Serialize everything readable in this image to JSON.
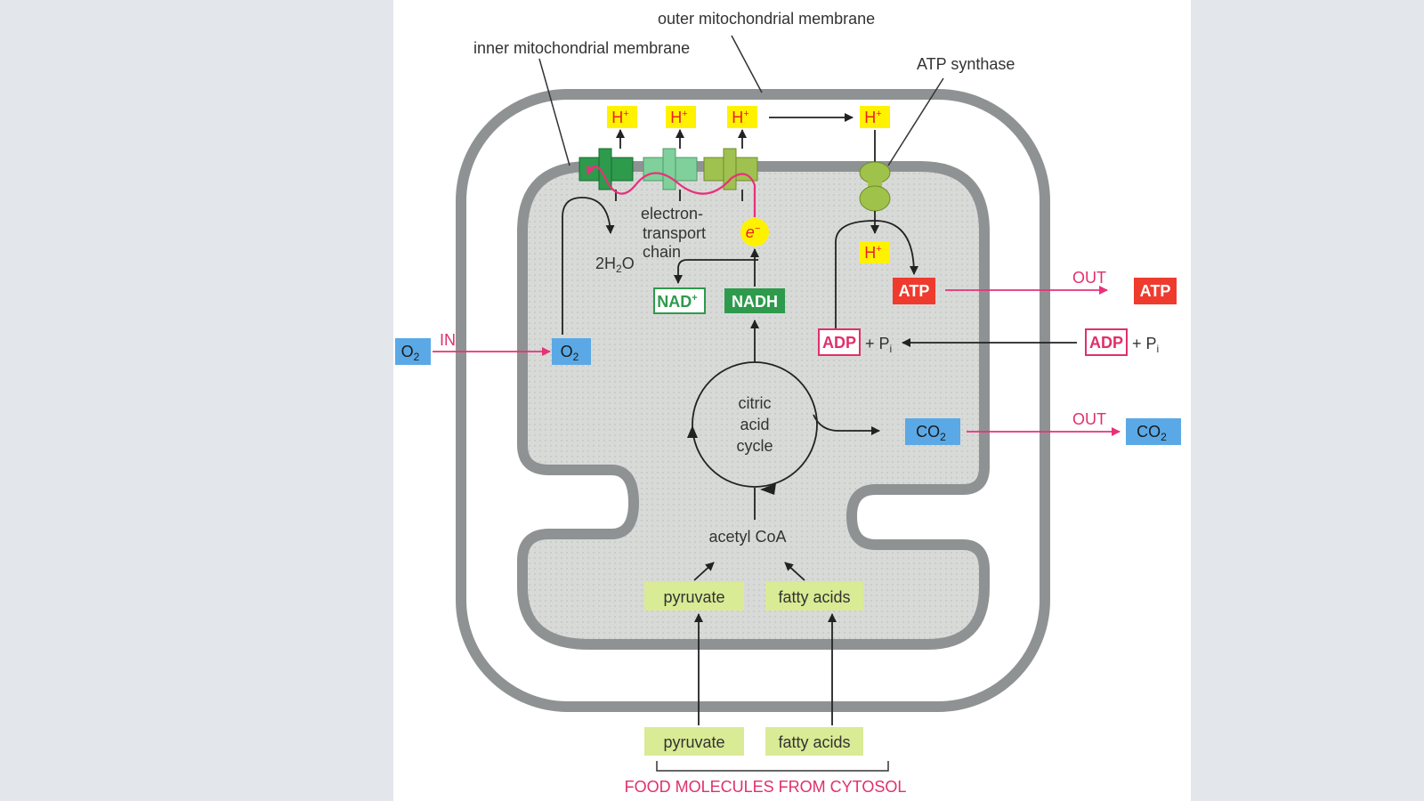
{
  "labels": {
    "outer_membrane": "outer mitochondrial membrane",
    "inner_membrane": "inner mitochondrial membrane",
    "atp_synthase": "ATP synthase",
    "etc_line1": "electron-",
    "etc_line2": "transport",
    "etc_line3": "chain",
    "water": "2H",
    "water_sub": "2",
    "water_tail": "O",
    "cycle_line1": "citric",
    "cycle_line2": "acid",
    "cycle_line3": "cycle",
    "acetyl": "acetyl CoA",
    "food_caption": "FOOD MOLECULES FROM CYTOSOL"
  },
  "species": {
    "h_plus": "H",
    "plus": "+",
    "electron": "e",
    "electron_sup": "−",
    "nad": "NAD",
    "nadh": "NADH",
    "atp": "ATP",
    "adp": "ADP",
    "pi_prefix": "+ P",
    "pi_sub": "i",
    "o2": "O",
    "co2": "CO",
    "two": "2",
    "pyruvate": "pyruvate",
    "fatty_acids": "fatty acids"
  },
  "flows": {
    "in": "IN",
    "out": "OUT"
  },
  "colors": {
    "membrane": "#8f9293",
    "matrix": "#d5d7d5",
    "hplus_box": "#fff200",
    "hplus_text": "#e8222a",
    "complex1": "#2e9a4c",
    "complex2": "#7fd09a",
    "complex3": "#9fc14f",
    "synthase": "#9fc24a",
    "nadh_fill": "#2e9a4c",
    "atp_fill": "#ee3b2e",
    "o2_fill": "#5aa9e6",
    "food_fill": "#d9eb94",
    "electron_path": "#e8317a",
    "flow_arrow": "#e8317a"
  }
}
